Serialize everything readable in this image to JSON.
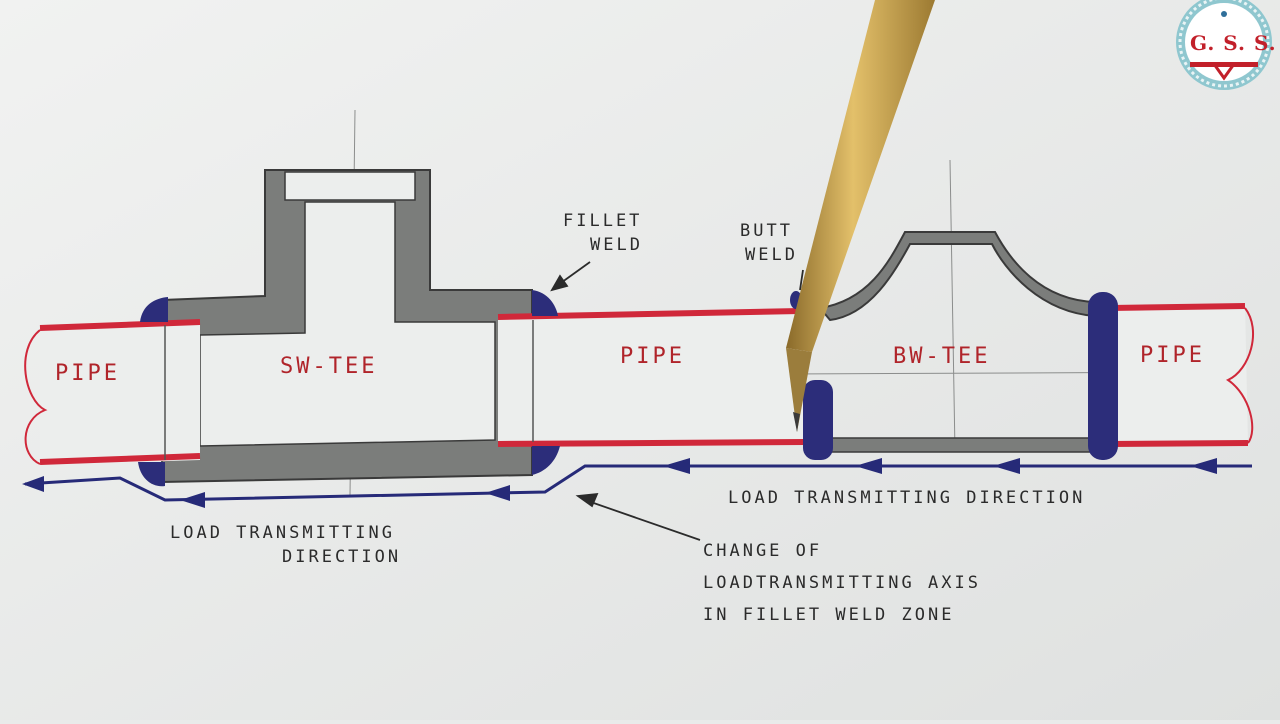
{
  "labels": {
    "pipe_left": "PIPE",
    "sw_tee": "SW-TEE",
    "pipe_middle": "PIPE",
    "bw_tee": "BW-TEE",
    "pipe_right": "PIPE",
    "fillet_weld_line1": "FILLET",
    "fillet_weld_line2": "WELD",
    "butt_weld_line1": "BUTT",
    "butt_weld_line2": "WELD",
    "load_dir_right": "LOAD TRANSMITTING DIRECTION",
    "load_dir_left_line1": "LOAD TRANSMITTING",
    "load_dir_left_line2": "DIRECTION",
    "change_axis_line1": "CHANGE OF",
    "change_axis_line2": "LOADTRANSMITTING AXIS",
    "change_axis_line3": "IN FILLET WELD ZONE"
  },
  "logo": {
    "text": "G. S. S."
  },
  "colors": {
    "paper": "#eceeed",
    "pipe_wall_red": "#d0283a",
    "fitting_gray": "#7b7d7b",
    "weld_blue": "#2c2d7a",
    "arrow_blue": "#262a78",
    "pencil_body": "#c8a34e"
  },
  "icons": [
    "pencil-pointer",
    "gss-logo-icon"
  ]
}
